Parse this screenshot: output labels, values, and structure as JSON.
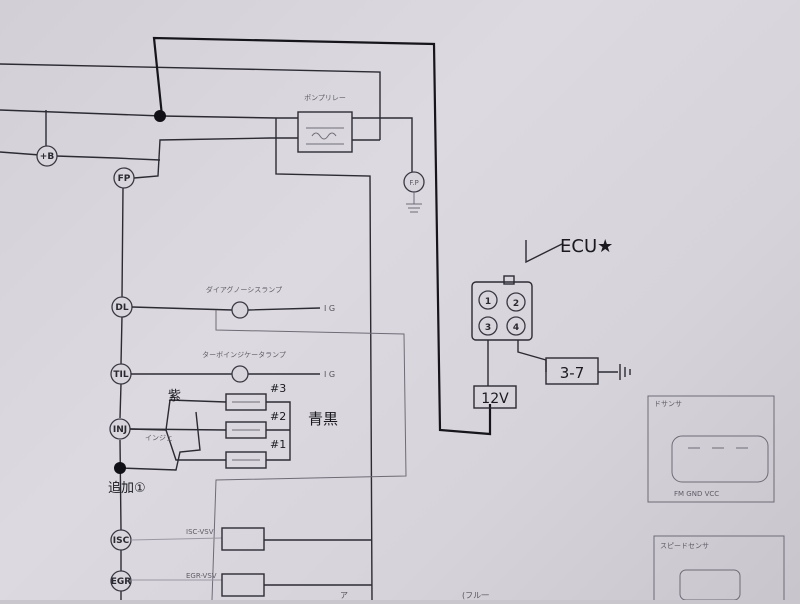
{
  "pins": {
    "plus_b": "+B",
    "fp": "FP",
    "dl": "DL",
    "til": "TIL",
    "inj": "INJ",
    "isc": "ISC",
    "egr": "EGR"
  },
  "components": {
    "pump_relay": "ポンプリレー",
    "pump": "F.P",
    "diag_lamp": "ダイアグノーシスランプ",
    "turbo_lamp": "ターボインジケータランプ",
    "ig1": "I G",
    "ig2": "I G",
    "injector_label": "インジェ",
    "isc_valve": "ISC-VSV",
    "egr_valve": "EGR-VSV",
    "sensor_box_title": "ドサンサ",
    "sensor_pins": "FM  GND  VCC",
    "sensor_box2_title": "スピードセンサ",
    "bottom_partial_left": "ア",
    "bottom_partial_mid": "(フル一"
  },
  "handwritten": {
    "ecu": "ECU★",
    "connector_pins": [
      "1",
      "2",
      "3",
      "4"
    ],
    "power_box": "12V",
    "resistor_box": "3-7",
    "inj3": "#3",
    "inj2": "#2",
    "inj1": "#1",
    "purple": "紫",
    "blue_black": "青黒",
    "added": "追加①"
  }
}
